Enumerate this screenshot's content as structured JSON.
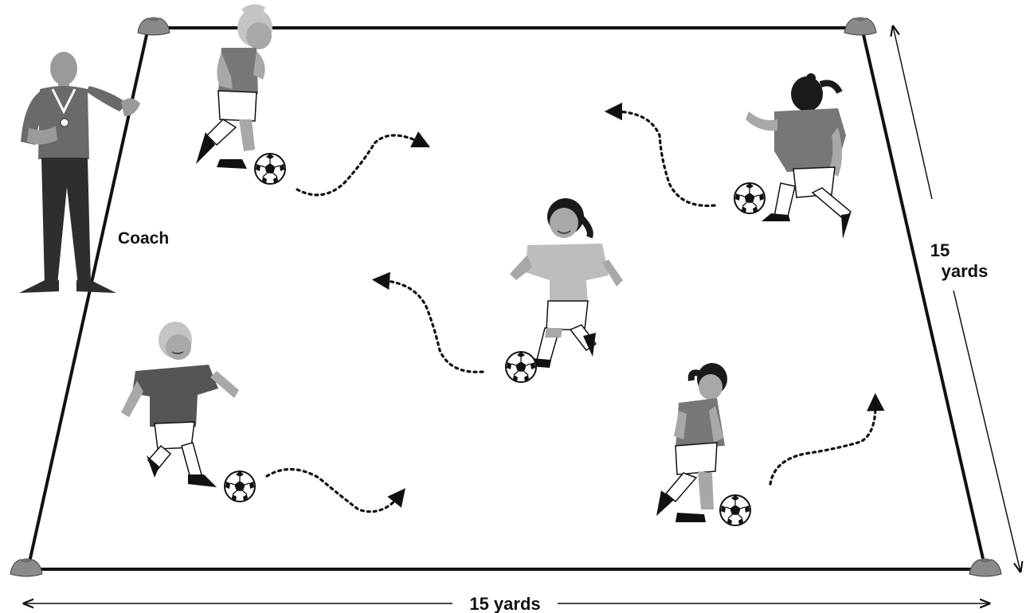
{
  "diagram": {
    "coach_label": "Coach",
    "width_label": "15 yards",
    "depth_label_line1": "15",
    "depth_label_line2": "yards"
  },
  "colors": {
    "field_line": "#111111",
    "cone": "#8a8a8a",
    "dark_shirt": "#555555",
    "medium_shirt": "#777777",
    "light_shirt": "#bdbdbd",
    "skin": "#a8a8a8",
    "hair_dark": "#1a1a1a",
    "hair_light": "#c4c4c4",
    "coach_shirt": "#6a6a6a",
    "coach_pants": "#2e2e2e"
  },
  "figures": {
    "coach": "coach-figure",
    "players": [
      "player-top-left",
      "player-top-right",
      "player-center",
      "player-bottom-left",
      "player-bottom-right"
    ],
    "balls": 5,
    "cones": 4,
    "dribble_paths": 5
  }
}
